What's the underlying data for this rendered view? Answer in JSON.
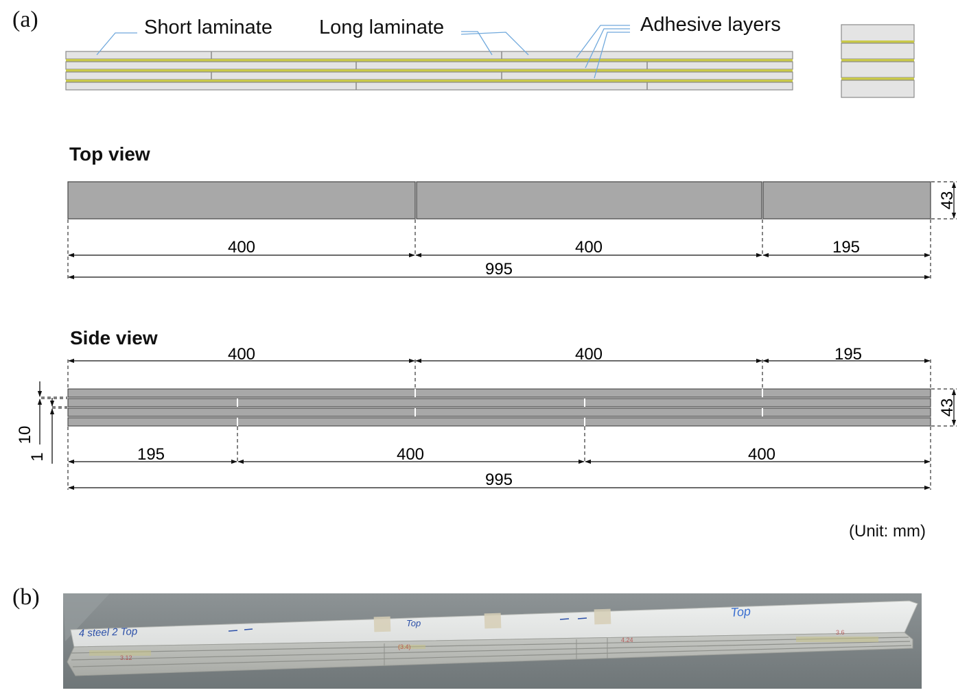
{
  "panels": {
    "a_label": "(a)",
    "b_label": "(b)"
  },
  "schematic": {
    "short_laminate_label": "Short laminate",
    "long_laminate_label": "Long laminate",
    "adhesive_label": "Adhesive layers",
    "adhesive_color": "#c9c94a",
    "laminate_color": "#e4e4e4",
    "leader_color": "#6fa8dc"
  },
  "top_view": {
    "title": "Top view",
    "segments": [
      "400",
      "400",
      "195"
    ],
    "total": "995",
    "width": "43",
    "fill_color": "#a8a8a8"
  },
  "side_view": {
    "title": "Side view",
    "upper_segments": [
      "400",
      "400",
      "195"
    ],
    "lower_segments": [
      "195",
      "400",
      "400"
    ],
    "total": "995",
    "height": "43",
    "layer_thickness": "10",
    "adhesive_thickness": "1",
    "fill_color": "#a8a8a8"
  },
  "unit_note": "(Unit: mm)",
  "photo": {
    "annotations": [
      "4 steel 2 Top",
      "Top",
      "Top"
    ]
  }
}
